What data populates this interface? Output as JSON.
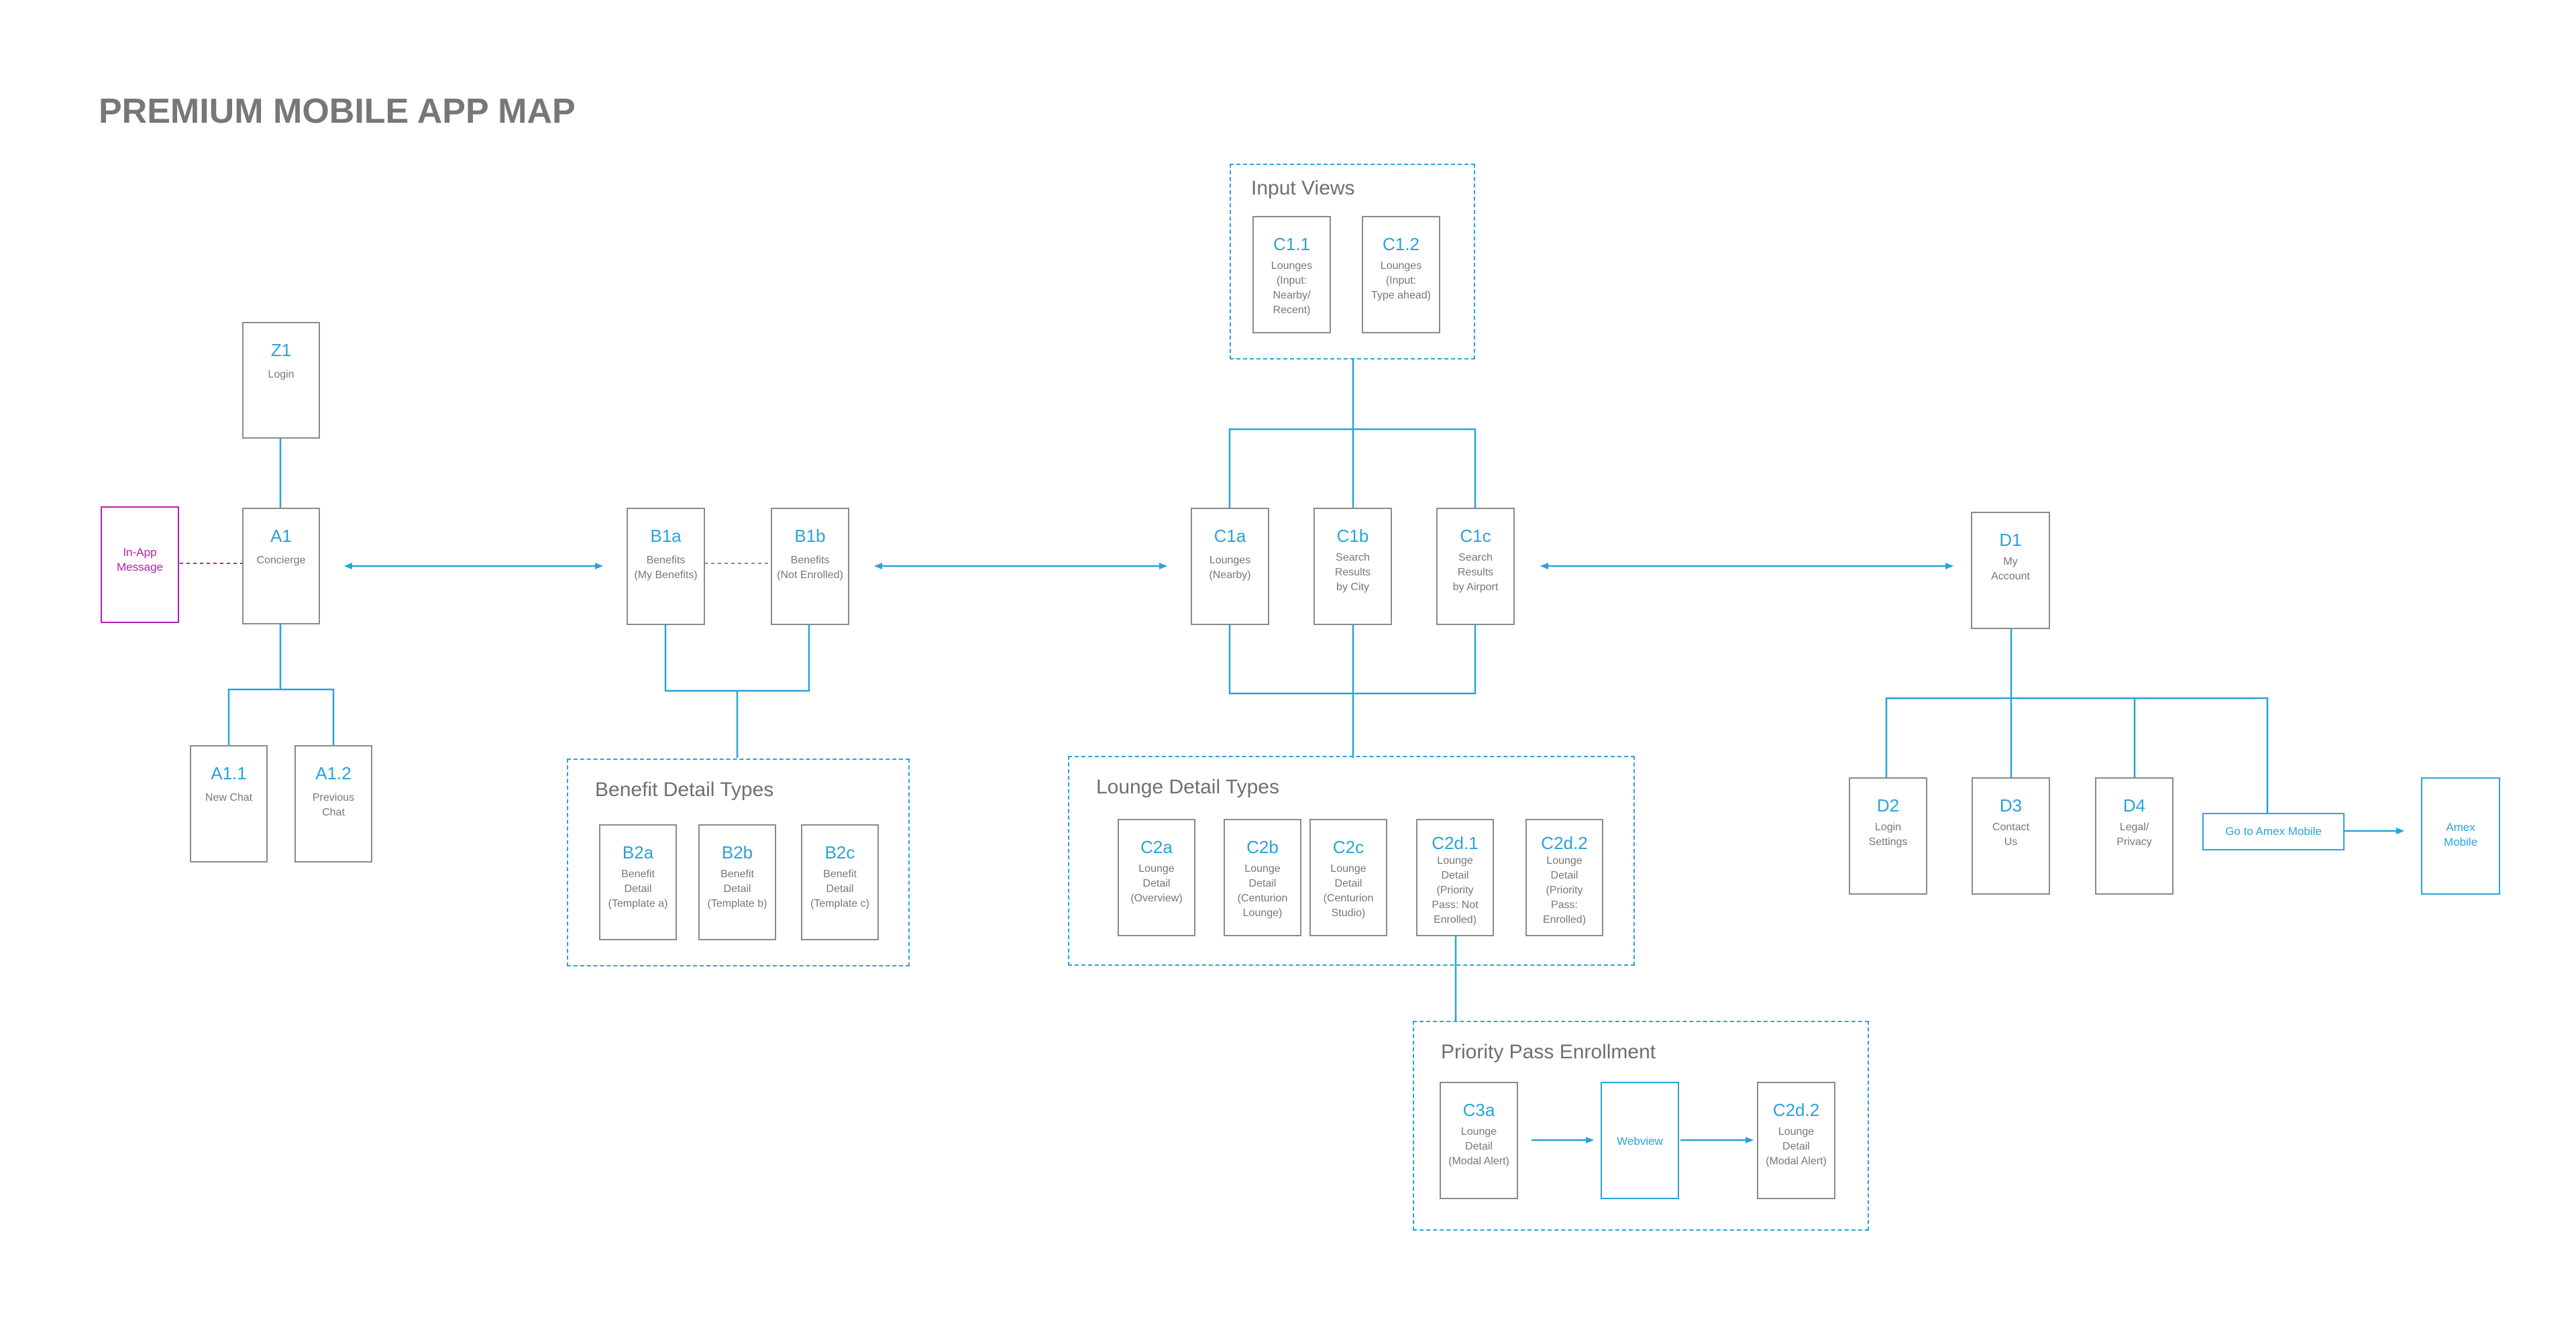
{
  "title": "PREMIUM MOBILE APP MAP",
  "groups": {
    "input_views": "Input Views",
    "benefit_detail_types": "Benefit Detail Types",
    "lounge_detail_types": "Lounge Detail Types",
    "priority_pass_enrollment": "Priority Pass Enrollment"
  },
  "nodes": {
    "z1": {
      "code": "Z1",
      "label": "Login"
    },
    "a1": {
      "code": "A1",
      "label": "Concierge"
    },
    "a11": {
      "code": "A1.1",
      "label": "New Chat"
    },
    "a12": {
      "code": "A1.2",
      "label": "Previous\nChat"
    },
    "inapp": {
      "label": "In-App\nMessage"
    },
    "b1a": {
      "code": "B1a",
      "label": "Benefits\n(My Benefits)"
    },
    "b1b": {
      "code": "B1b",
      "label": "Benefits\n(Not Enrolled)"
    },
    "b2a": {
      "code": "B2a",
      "label": "Benefit\nDetail\n(Template a)"
    },
    "b2b": {
      "code": "B2b",
      "label": "Benefit\nDetail\n(Template b)"
    },
    "b2c": {
      "code": "B2c",
      "label": "Benefit\nDetail\n(Template c)"
    },
    "c11": {
      "code": "C1.1",
      "label": "Lounges\n(Input:\nNearby/\nRecent)"
    },
    "c12": {
      "code": "C1.2",
      "label": "Lounges\n(Input:\nType ahead)"
    },
    "c1a": {
      "code": "C1a",
      "label": "Lounges\n(Nearby)"
    },
    "c1b": {
      "code": "C1b",
      "label": "Search\nResults\nby City"
    },
    "c1c": {
      "code": "C1c",
      "label": "Search\nResults\nby Airport"
    },
    "c2a": {
      "code": "C2a",
      "label": "Lounge\nDetail\n(Overview)"
    },
    "c2b": {
      "code": "C2b",
      "label": "Lounge\nDetail\n(Centurion\nLounge)"
    },
    "c2c": {
      "code": "C2c",
      "label": "Lounge\nDetail\n(Centurion\nStudio)"
    },
    "c2d1": {
      "code": "C2d.1",
      "label": "Lounge\nDetail\n(Priority\nPass: Not\nEnrolled)"
    },
    "c2d2": {
      "code": "C2d.2",
      "label": "Lounge\nDetail\n(Priority\nPass:\nEnrolled)"
    },
    "c3a": {
      "code": "C3a",
      "label": "Lounge\nDetail\n(Modal Alert)"
    },
    "webview": {
      "label": "Webview"
    },
    "c2d2b": {
      "code": "C2d.2",
      "label": "Lounge\nDetail\n(Modal Alert)"
    },
    "d1": {
      "code": "D1",
      "label": "My\nAccount"
    },
    "d2": {
      "code": "D2",
      "label": "Login\nSettings"
    },
    "d3": {
      "code": "D3",
      "label": "Contact\nUs"
    },
    "d4": {
      "code": "D4",
      "label": "Legal/\nPrivacy"
    },
    "goto_amex": {
      "label": "Go to Amex Mobile"
    },
    "amex_mobile": {
      "label": "Amex\nMobile"
    }
  },
  "colors": {
    "accent": "#29a3d9",
    "magenta": "#b21fb1",
    "box_border": "#8a8a8a",
    "title": "#777777"
  }
}
